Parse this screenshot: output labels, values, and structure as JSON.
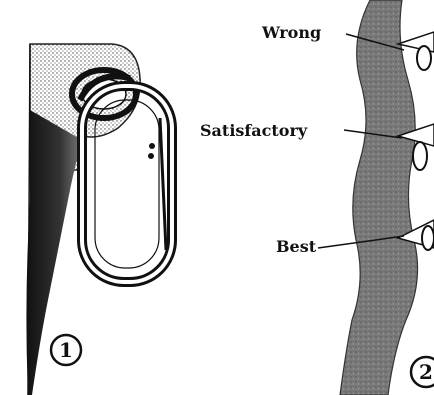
{
  "figure": {
    "panel_1": {
      "number": "1"
    },
    "panel_2": {
      "number": "2",
      "labels": {
        "wrong": "Wrong",
        "satisfactory": "Satisfactory",
        "best": "Best"
      }
    }
  },
  "colors": {
    "ink": "#111111",
    "rock": "#6e6e6e",
    "background": "#ffffff"
  }
}
